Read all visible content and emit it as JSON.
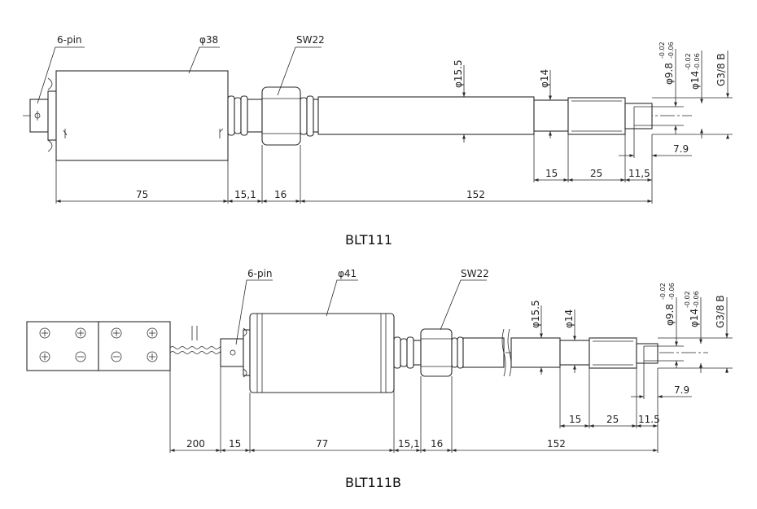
{
  "top": {
    "model": "BLT111",
    "connector_label": "6-pin",
    "housing_diameter": "φ38",
    "wrench_label": "SW22",
    "rod_diameter": "φ15.5",
    "shaft_diameter": "φ14",
    "tip_diameter": "φ9.8",
    "tip_tol_upper": "-0.02",
    "tip_tol_lower": "-0.06",
    "pilot_diameter": "φ14",
    "pilot_tol_upper": "-0.02",
    "pilot_tol_lower": "-0.06",
    "thread": "G3/8 B",
    "dims": {
      "housing_len": "75",
      "neck_len": "15,1",
      "nut_len": "16",
      "rod_len": "152",
      "shaft_len": "15",
      "thread_len": "25",
      "tip_len": "11,5",
      "tip_depth": "7.9"
    }
  },
  "bottom": {
    "model": "BLT111B",
    "connector_label": "6-pin",
    "housing_diameter": "φ41",
    "wrench_label": "SW22",
    "rod_diameter": "φ15.5",
    "shaft_diameter": "φ14",
    "tip_diameter": "φ9.8",
    "tip_tol_upper": "-0.02",
    "tip_tol_lower": "-0.06",
    "pilot_diameter": "φ14",
    "pilot_tol_upper": "-0.02",
    "pilot_tol_lower": "-0.06",
    "thread": "G3/8 B",
    "dims": {
      "cable_len": "200",
      "connector_len": "15",
      "housing_len": "77",
      "neck_len": "15,1",
      "nut_len": "16",
      "rod_len": "152",
      "shaft_len": "15",
      "thread_len": "25",
      "tip_len": "11.5",
      "tip_depth": "7.9"
    }
  }
}
